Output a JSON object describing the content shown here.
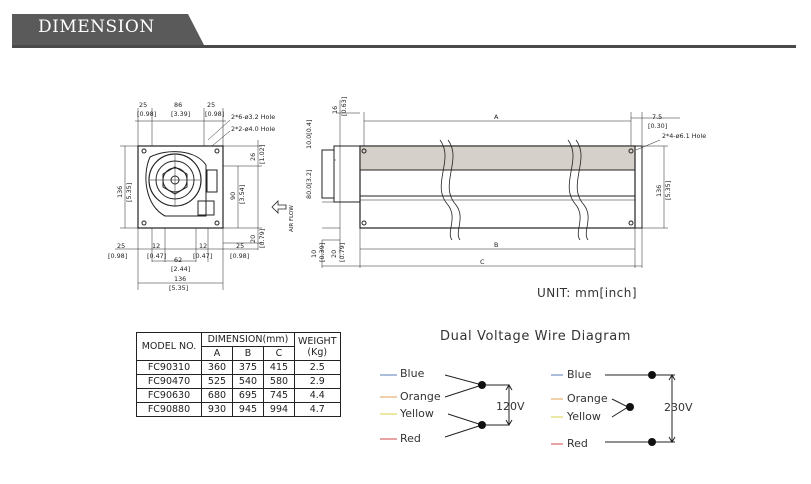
{
  "header": {
    "title": "DIMENSION",
    "tab_color": "#5a5a5a",
    "rule_color": "#4a4a4a"
  },
  "drawing": {
    "front_view": {
      "top_dims": [
        "25",
        "[0.98]",
        "86",
        "[3.39]",
        "25",
        "[0.98]"
      ],
      "hole_note_1": "2*6-ø3.2 Hole",
      "hole_note_2": "2*2-ø4.0 Hole",
      "right_dims": [
        "26",
        "[1.02]",
        "90",
        "[3.54]",
        "20",
        "[0.79]"
      ],
      "left_dims": [
        "136",
        "[5.35]"
      ],
      "bottom_dims": [
        "25",
        "[0.98]",
        "12",
        "[0.47]",
        "12",
        "[0.47]",
        "25",
        "[0.98]",
        "62",
        "[2.44]",
        "136",
        "[5.35]"
      ],
      "air_flow": "AIR FLOW"
    },
    "side_view": {
      "left_dims": [
        "16",
        "[0.63]",
        "10.0[0.4]",
        "80.0[3.2]",
        "10",
        "[0.39]",
        "20",
        "[0.79]"
      ],
      "top_dims": [
        "A",
        "7.5",
        "[0.30]"
      ],
      "hole_note": "2*4-ø6.1 Hole",
      "right_dims": [
        "136",
        "[5.35]"
      ],
      "bottom_dims": [
        "B",
        "C"
      ]
    },
    "unit": "UNIT:  mm[inch]"
  },
  "spec_table": {
    "header": {
      "model": "MODEL NO.",
      "dimension": "DIMENSION(mm)",
      "a": "A",
      "b": "B",
      "c": "C",
      "weight": "WEIGHT",
      "weight_unit": "(Kg)"
    },
    "rows": [
      {
        "model": "FC90310",
        "a": "360",
        "b": "375",
        "c": "415",
        "weight": "2.5"
      },
      {
        "model": "FC90470",
        "a": "525",
        "b": "540",
        "c": "580",
        "weight": "2.9"
      },
      {
        "model": "FC90630",
        "a": "680",
        "b": "695",
        "c": "745",
        "weight": "4.4"
      },
      {
        "model": "FC90880",
        "a": "930",
        "b": "945",
        "c": "994",
        "weight": "4.7"
      }
    ]
  },
  "wire_diagram": {
    "title": "Dual Voltage Wire Diagram",
    "left": {
      "wires": [
        "Blue",
        "Orange",
        "Yellow",
        "Red"
      ],
      "voltage": "120V"
    },
    "right": {
      "wires": [
        "Blue",
        "Orange",
        "Yellow",
        "Red"
      ],
      "voltage": "230V"
    },
    "colors": {
      "blue": "#5a7fb5",
      "orange": "#e0a050",
      "yellow": "#d8d04a",
      "red": "#d24a4a"
    }
  }
}
